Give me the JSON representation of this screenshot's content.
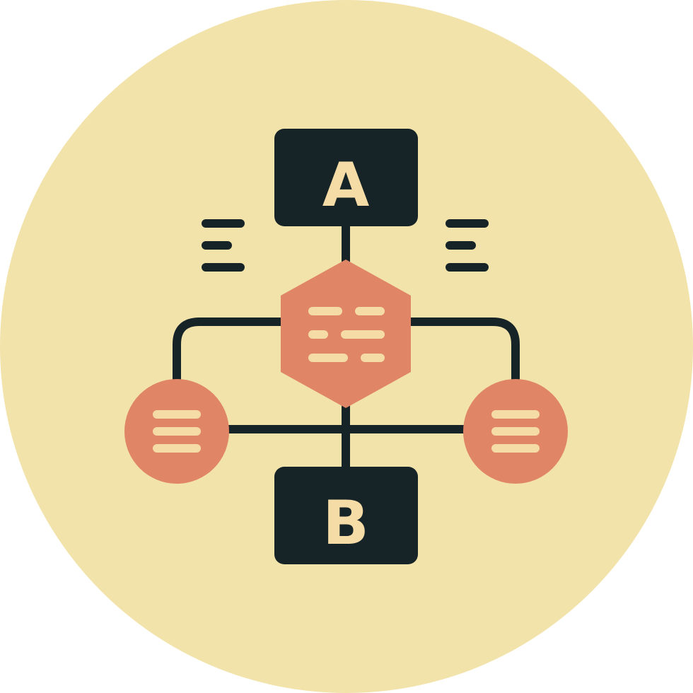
{
  "icon": {
    "semantic": "decision-flowchart-icon",
    "nodes": {
      "start": {
        "label": "A",
        "icon": "box-a"
      },
      "decision": {
        "icon": "hexagon-with-text-lines"
      },
      "left_option": {
        "icon": "circle-with-text-lines"
      },
      "right_option": {
        "icon": "circle-with-text-lines"
      },
      "end": {
        "label": "B",
        "icon": "box-b"
      }
    },
    "side_notes": [
      "left-text-lines",
      "right-text-lines"
    ]
  },
  "colors": {
    "background_circle": "#f2e3ab",
    "dark": "#172427",
    "accent": "#e08566",
    "text_lines": "#f5dca6"
  }
}
